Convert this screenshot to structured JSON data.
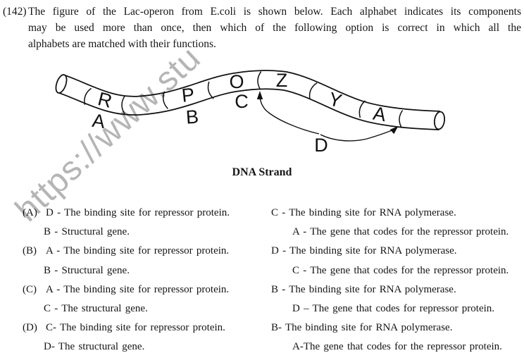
{
  "question": {
    "number": "(142)",
    "lines": [
      "The figure of the Lac-operon from E.coli is shown below. Each alphabet indicates its components",
      "may be used more than once, then which of the following option is correct in which all the",
      "alphabets are matched with their functions."
    ]
  },
  "diagram": {
    "caption": "DNA Strand",
    "strand_labels": [
      "R",
      "P",
      "O",
      "Z",
      "Y",
      "A"
    ],
    "marker_labels": [
      "A",
      "B",
      "C",
      "D"
    ]
  },
  "watermark": "https://www.stu",
  "options": [
    {
      "label": "(A)",
      "left1": "D - The binding site for repressor protein.",
      "right1": "C - The binding site for RNA polymerase.",
      "left2": "B - Structural gene.",
      "right2": "A - The gene that codes for the repressor protein."
    },
    {
      "label": "(B)",
      "left1": "A - The binding site for repressor protein.",
      "right1": "D - The binding site for RNA polymerase.",
      "left2": "B - Structural gene.",
      "right2": "C - The gene that codes for the repressor protein."
    },
    {
      "label": "(C)",
      "left1": "A - The binding site for repressor protein.",
      "right1": "B - The binding site for RNA polymerase.",
      "left2": "C - The structural gene.",
      "right2": "D – The gene that codes for repressor protein."
    },
    {
      "label": "(D)",
      "left1": "C- The binding site for repressor protein.",
      "right1": "B- The binding site for RNA polymerase.",
      "left2": "D- The structural gene.",
      "right2": "A-The gene that codes for the repressor protein."
    }
  ]
}
